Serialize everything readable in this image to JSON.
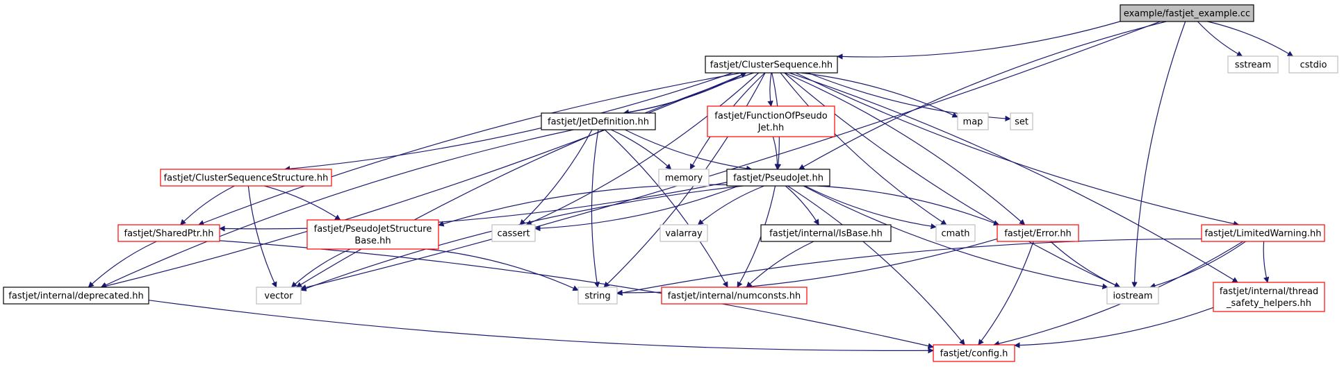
{
  "graph": {
    "colors": {
      "edge": "#191970",
      "root_fill": "#bfbfbf",
      "header_border": "#000000",
      "undocumented_border": "#ff0000",
      "system_border": "#bfbfbf",
      "background": "#ffffff"
    },
    "nodes": [
      {
        "id": "fastjet_example",
        "lines": [
          "example/fastjet_example.cc"
        ],
        "kind": "root"
      },
      {
        "id": "ClusterSequence",
        "lines": [
          "fastjet/ClusterSequence.hh"
        ],
        "kind": "header"
      },
      {
        "id": "sstream",
        "lines": [
          "sstream"
        ],
        "kind": "system"
      },
      {
        "id": "cstdio",
        "lines": [
          "cstdio"
        ],
        "kind": "system"
      },
      {
        "id": "JetDefinition",
        "lines": [
          "fastjet/JetDefinition.hh"
        ],
        "kind": "header"
      },
      {
        "id": "FunctionOfPseudoJet",
        "lines": [
          "fastjet/FunctionOfPseudo",
          "Jet.hh"
        ],
        "kind": "undocumented"
      },
      {
        "id": "map",
        "lines": [
          "map"
        ],
        "kind": "system"
      },
      {
        "id": "set",
        "lines": [
          "set"
        ],
        "kind": "system"
      },
      {
        "id": "ClusterSequenceStructure",
        "lines": [
          "fastjet/ClusterSequenceStructure.hh"
        ],
        "kind": "undocumented"
      },
      {
        "id": "memory",
        "lines": [
          "memory"
        ],
        "kind": "system"
      },
      {
        "id": "PseudoJet",
        "lines": [
          "fastjet/PseudoJet.hh"
        ],
        "kind": "header"
      },
      {
        "id": "SharedPtr",
        "lines": [
          "fastjet/SharedPtr.hh"
        ],
        "kind": "undocumented"
      },
      {
        "id": "PseudoJetStructureBase",
        "lines": [
          "fastjet/PseudoJetStructure",
          "Base.hh"
        ],
        "kind": "undocumented"
      },
      {
        "id": "cassert",
        "lines": [
          "cassert"
        ],
        "kind": "system"
      },
      {
        "id": "valarray",
        "lines": [
          "valarray"
        ],
        "kind": "system"
      },
      {
        "id": "IsBase",
        "lines": [
          "fastjet/internal/IsBase.hh"
        ],
        "kind": "header"
      },
      {
        "id": "cmath",
        "lines": [
          "cmath"
        ],
        "kind": "system"
      },
      {
        "id": "Error",
        "lines": [
          "fastjet/Error.hh"
        ],
        "kind": "undocumented"
      },
      {
        "id": "LimitedWarning",
        "lines": [
          "fastjet/LimitedWarning.hh"
        ],
        "kind": "undocumented"
      },
      {
        "id": "deprecated",
        "lines": [
          "fastjet/internal/deprecated.hh"
        ],
        "kind": "header"
      },
      {
        "id": "vector",
        "lines": [
          "vector"
        ],
        "kind": "system"
      },
      {
        "id": "string",
        "lines": [
          "string"
        ],
        "kind": "system"
      },
      {
        "id": "numconsts",
        "lines": [
          "fastjet/internal/numconsts.hh"
        ],
        "kind": "undocumented"
      },
      {
        "id": "iostream",
        "lines": [
          "iostream"
        ],
        "kind": "system"
      },
      {
        "id": "thread_safety_helpers",
        "lines": [
          "fastjet/internal/thread",
          "_safety_helpers.hh"
        ],
        "kind": "undocumented"
      },
      {
        "id": "config",
        "lines": [
          "fastjet/config.h"
        ],
        "kind": "undocumented"
      }
    ],
    "edges": [
      {
        "from": "fastjet_example",
        "to": "ClusterSequence"
      },
      {
        "from": "fastjet_example",
        "to": "sstream"
      },
      {
        "from": "fastjet_example",
        "to": "cstdio"
      },
      {
        "from": "fastjet_example",
        "to": "PseudoJet"
      },
      {
        "from": "fastjet_example",
        "to": "vector"
      },
      {
        "from": "fastjet_example",
        "to": "iostream"
      },
      {
        "from": "ClusterSequence",
        "to": "JetDefinition"
      },
      {
        "from": "ClusterSequence",
        "to": "FunctionOfPseudoJet"
      },
      {
        "from": "ClusterSequence",
        "to": "map"
      },
      {
        "from": "ClusterSequence",
        "to": "set"
      },
      {
        "from": "ClusterSequence",
        "to": "ClusterSequenceStructure"
      },
      {
        "from": "ClusterSequence",
        "to": "memory"
      },
      {
        "from": "ClusterSequence",
        "to": "PseudoJet"
      },
      {
        "from": "ClusterSequence",
        "to": "SharedPtr"
      },
      {
        "from": "ClusterSequence",
        "to": "cassert"
      },
      {
        "from": "ClusterSequence",
        "to": "cmath"
      },
      {
        "from": "ClusterSequence",
        "to": "Error"
      },
      {
        "from": "ClusterSequence",
        "to": "LimitedWarning"
      },
      {
        "from": "ClusterSequence",
        "to": "deprecated"
      },
      {
        "from": "ClusterSequence",
        "to": "vector"
      },
      {
        "from": "ClusterSequence",
        "to": "string"
      },
      {
        "from": "ClusterSequence",
        "to": "iostream"
      },
      {
        "from": "ClusterSequence",
        "to": "thread_safety_helpers"
      },
      {
        "from": "JetDefinition",
        "to": "ClusterSequence"
      },
      {
        "from": "JetDefinition",
        "to": "memory"
      },
      {
        "from": "JetDefinition",
        "to": "PseudoJet"
      },
      {
        "from": "JetDefinition",
        "to": "cassert"
      },
      {
        "from": "JetDefinition",
        "to": "string"
      },
      {
        "from": "JetDefinition",
        "to": "numconsts"
      },
      {
        "from": "JetDefinition",
        "to": "deprecated"
      },
      {
        "from": "FunctionOfPseudoJet",
        "to": "PseudoJet"
      },
      {
        "from": "ClusterSequenceStructure",
        "to": "SharedPtr"
      },
      {
        "from": "ClusterSequenceStructure",
        "to": "PseudoJetStructureBase"
      },
      {
        "from": "ClusterSequenceStructure",
        "to": "vector"
      },
      {
        "from": "PseudoJet",
        "to": "SharedPtr"
      },
      {
        "from": "PseudoJet",
        "to": "PseudoJetStructureBase"
      },
      {
        "from": "PseudoJet",
        "to": "cassert"
      },
      {
        "from": "PseudoJet",
        "to": "valarray"
      },
      {
        "from": "PseudoJet",
        "to": "IsBase"
      },
      {
        "from": "PseudoJet",
        "to": "cmath"
      },
      {
        "from": "PseudoJet",
        "to": "Error"
      },
      {
        "from": "PseudoJet",
        "to": "vector"
      },
      {
        "from": "PseudoJet",
        "to": "numconsts"
      },
      {
        "from": "PseudoJet",
        "to": "iostream"
      },
      {
        "from": "PseudoJet",
        "to": "config"
      },
      {
        "from": "SharedPtr",
        "to": "deprecated"
      },
      {
        "from": "SharedPtr",
        "to": "config"
      },
      {
        "from": "PseudoJetStructureBase",
        "to": "vector"
      },
      {
        "from": "PseudoJetStructureBase",
        "to": "string"
      },
      {
        "from": "IsBase",
        "to": "numconsts"
      },
      {
        "from": "Error",
        "to": "string"
      },
      {
        "from": "Error",
        "to": "iostream"
      },
      {
        "from": "Error",
        "to": "config"
      },
      {
        "from": "LimitedWarning",
        "to": "string"
      },
      {
        "from": "LimitedWarning",
        "to": "iostream"
      },
      {
        "from": "LimitedWarning",
        "to": "thread_safety_helpers"
      },
      {
        "from": "LimitedWarning",
        "to": "config"
      },
      {
        "from": "deprecated",
        "to": "config"
      },
      {
        "from": "thread_safety_helpers",
        "to": "config"
      }
    ]
  }
}
